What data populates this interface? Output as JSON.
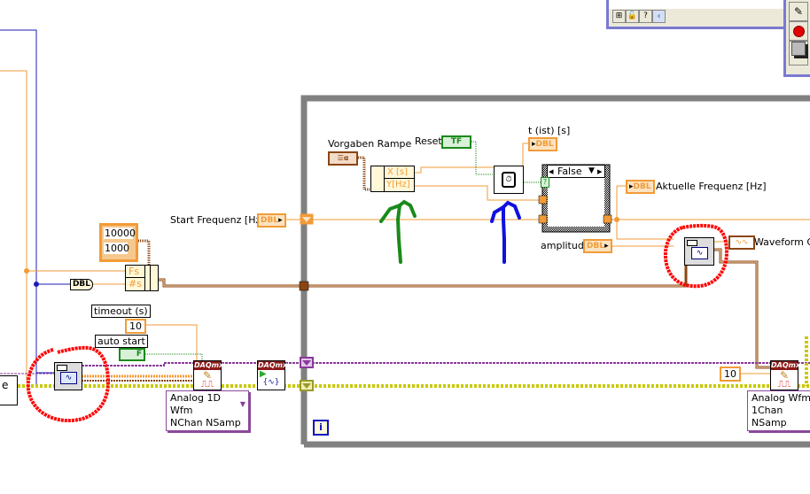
{
  "window": {
    "type": "LabVIEW block diagram",
    "toolbar_icons": [
      "vi-hierarchy-icon",
      "lock-icon",
      "help-icon",
      "scroll-left-icon"
    ],
    "tools_palette_icons": [
      "wiring-tool-icon",
      "breakpoint-icon",
      "color-tool-icon"
    ]
  },
  "while_loop": {
    "iteration_terminal": "i"
  },
  "labels": {
    "vorgaben_rampe": "Vorgaben Rampe",
    "reset": "Reset",
    "t_ist": "t (ist) [s]",
    "aktuelle_frequenz": "Aktuelle Frequenz [Hz]",
    "start_frequenz": "Start Frequenz [Hz]",
    "amplitude": "amplitude",
    "waveform_graph": "Waveform Gr",
    "timeout": "timeout (s)",
    "auto_start": "auto start"
  },
  "terminals": {
    "dbl": "DBL",
    "tf": "TF",
    "tf_false": "F",
    "ramp_type": "☰α"
  },
  "constants": {
    "fs_value": "10000",
    "samples_value": "1000",
    "timeout_value": "10",
    "write_timeout_value": "10"
  },
  "bundle": {
    "x_label": "X [s]",
    "y_label": "Y[Hz]",
    "fs_label": "Fs",
    "samples_label": "#s"
  },
  "case_structure": {
    "selector": "False",
    "selector_terminal": "?"
  },
  "daqmx": {
    "header": "DAQmx",
    "read_instance": [
      "Analog 1D Wfm",
      "NChan NSamp"
    ],
    "write_instance": [
      "Analog Wfm",
      "1Chan NSamp"
    ]
  },
  "left_fragment": {
    "text": "e"
  },
  "colors": {
    "orange_wire": "#f29b38",
    "brown_cluster_wire": "#8b4513",
    "purple_task_wire": "#8a3a9a",
    "yellow_error_wire": "#c8c800",
    "blue_int_wire": "#1c1cb4",
    "loop_border": "#808080",
    "annotation_red": "#ff0000",
    "annotation_green": "#1a8a1a",
    "annotation_blue": "#1010e0"
  }
}
